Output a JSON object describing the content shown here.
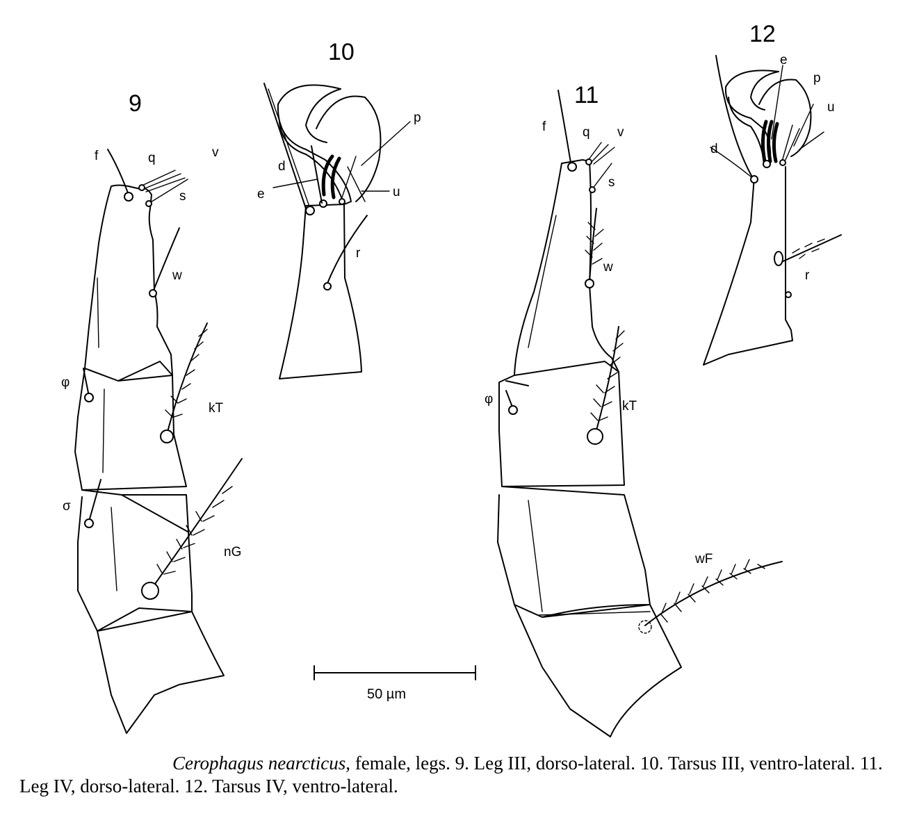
{
  "figure_numbers": {
    "fig9": "9",
    "fig10": "10",
    "fig11": "11",
    "fig12": "12"
  },
  "labels": {
    "fig9": {
      "f": "f",
      "q": "q",
      "v": "v",
      "s": "s",
      "w": "w",
      "phi": "φ",
      "kT": "kT",
      "sigma": "σ",
      "nG": "nG"
    },
    "fig10": {
      "d": "d",
      "e": "e",
      "p": "p",
      "u": "u",
      "r": "r"
    },
    "fig11": {
      "f": "f",
      "q": "q",
      "v": "v",
      "s": "s",
      "w": "w",
      "phi": "φ",
      "kT": "kT",
      "wF": "wF"
    },
    "fig12": {
      "e": "e",
      "p": "p",
      "u": "u",
      "d": "d",
      "r": "r"
    }
  },
  "scale_bar": {
    "label": "50 µm"
  },
  "caption": {
    "species": "Cerophagus nearcticus,",
    "text": " female, legs. 9. Leg III, dorso-lateral. 10. Tarsus III, ventro-lateral. 11. Leg IV, dorso-lateral. 12. Tarsus IV, ventro-lateral."
  }
}
